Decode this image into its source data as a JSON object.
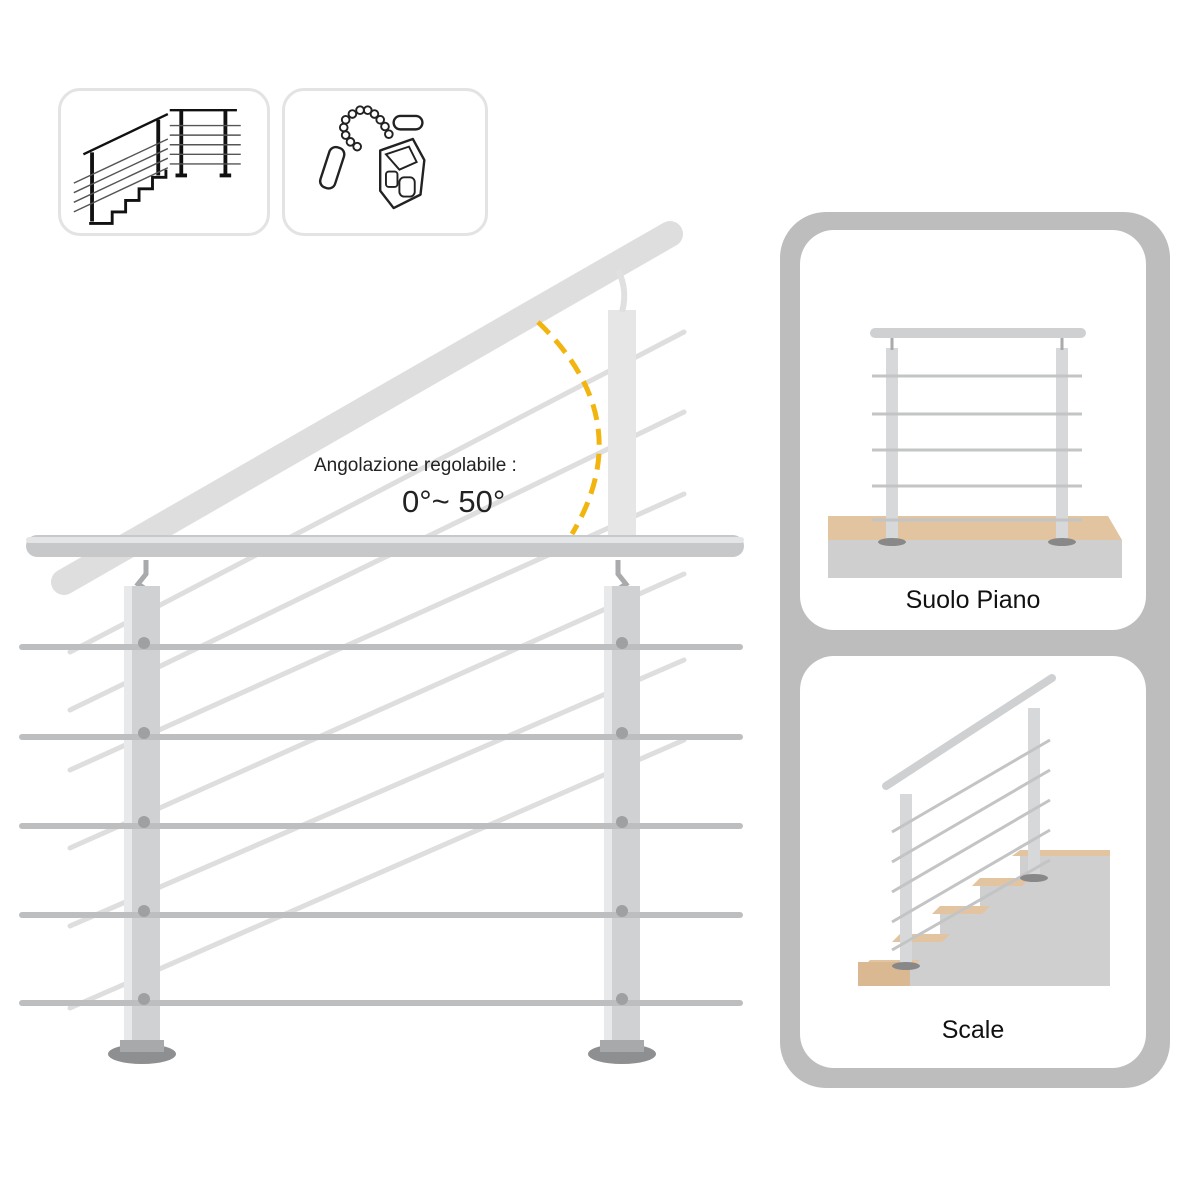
{
  "angle": {
    "label": "Angolazione regolabile :",
    "range": "0°~ 50°"
  },
  "scenes": {
    "flat_label": "Suolo Piano",
    "stairs_label": "Scale"
  },
  "icons": {
    "stairs": "staircase-railing-icon",
    "cut": "chainsaw-cut-tube-icon"
  },
  "colors": {
    "aluminium": "#c8c9cb",
    "angle_arc": "#f2b50f",
    "panel_frame": "#bdbdbd",
    "wood": "#e2c4a0",
    "concrete": "#cfcfcf"
  }
}
